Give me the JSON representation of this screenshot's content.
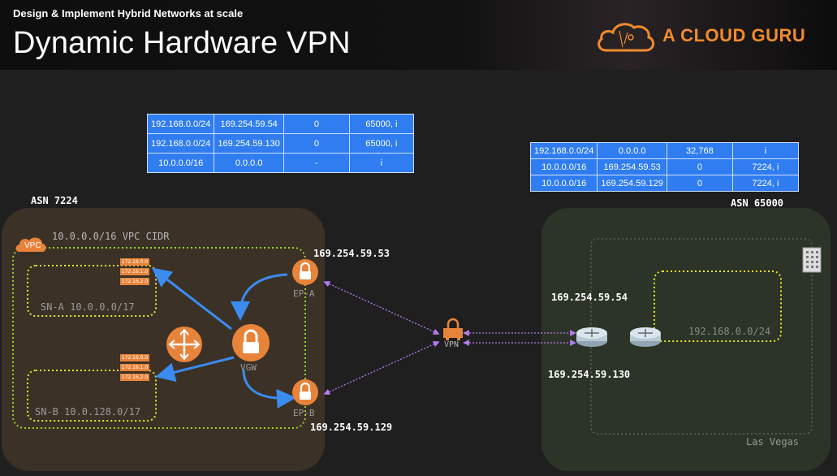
{
  "header": {
    "subtitle": "Design & Implement Hybrid Networks at scale",
    "title": "Dynamic Hardware VPN",
    "logo_text": "A CLOUD GURU"
  },
  "left_site": {
    "asn": "ASN 7224",
    "vpc_badge": "VPC",
    "vpc_cidr": "10.0.0.0/16 VPC CIDR",
    "subnet_a": "SN-A 10.0.0.0/17",
    "subnet_b": "SN-B 10.0.128.0/17",
    "route_chips_a": [
      "172.16.0.0",
      "172.16.1.0",
      "172.16.2.0"
    ],
    "route_chips_b": [
      "172.16.0.0",
      "172.16.1.0",
      "172.16.2.0"
    ],
    "vgw_label": "VGW",
    "ep_a_label": "EP-A",
    "ep_b_label": "EP-B",
    "ep_a_ip": "169.254.59.53",
    "ep_b_ip": "169.254.59.129"
  },
  "vpn_label": "VPN",
  "right_site": {
    "asn": "ASN 65000",
    "router_ip_top": "169.254.59.54",
    "router_ip_bottom": "169.254.59.130",
    "lan_cidr": "192.168.0.0/24",
    "location": "Las Vegas"
  },
  "aws_route_table": [
    [
      "192.168.0.0/24",
      "169.254.59.54",
      "0",
      "65000, i"
    ],
    [
      "192.168.0.0/24",
      "169.254.59.130",
      "0",
      "65000, i"
    ],
    [
      "10.0.0.0/16",
      "0.0.0.0",
      "-",
      "i"
    ]
  ],
  "onprem_route_table": [
    [
      "192.168.0.0/24",
      "0.0.0.0",
      "32,768",
      "i"
    ],
    [
      "10.0.0.0/16",
      "169.254.59.53",
      "0",
      "7224, i"
    ],
    [
      "10.0.0.0/16",
      "169.254.59.129",
      "0",
      "7224, i"
    ]
  ],
  "colors": {
    "accent_orange": "#e8833a",
    "table_blue": "#2f7df0",
    "arrow_blue": "#3b8cf0",
    "subnet_yellow": "#e6e633",
    "vpc_green": "#9bd12a",
    "left_site_bg": "#3b3127",
    "right_site_bg": "#2c3427"
  }
}
